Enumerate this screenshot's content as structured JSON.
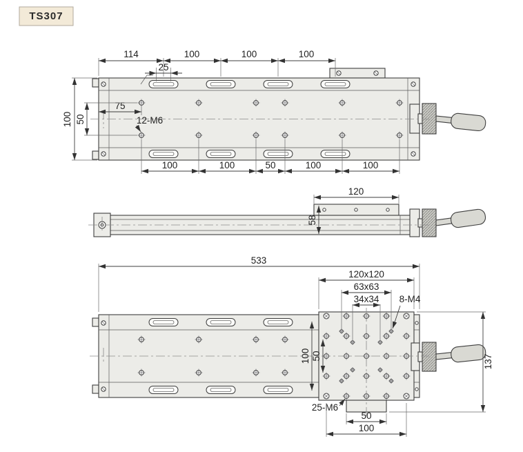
{
  "badge": {
    "model": "TS307"
  },
  "top_view": {
    "dims_top": [
      "114",
      "100",
      "100",
      "100"
    ],
    "slot_length": "25",
    "edge_to_hole": "75",
    "holes_label": "12-M6",
    "plate_width": "100",
    "row_spacing": "50",
    "dims_bottom": [
      "100",
      "100",
      "50",
      "100",
      "100"
    ]
  },
  "side_view": {
    "carriage_length": "120",
    "height": "58"
  },
  "bottom_view": {
    "overall_length": "533",
    "plate_square": "120x120",
    "m4_square_outer": "63x63",
    "m4_square_inner": "34x34",
    "m4_label": "8-M4",
    "span_100": "100",
    "span_50": "50",
    "overall_height": "137",
    "m6_label": "25-M6",
    "tab_width": "50",
    "hole_span": "100"
  }
}
